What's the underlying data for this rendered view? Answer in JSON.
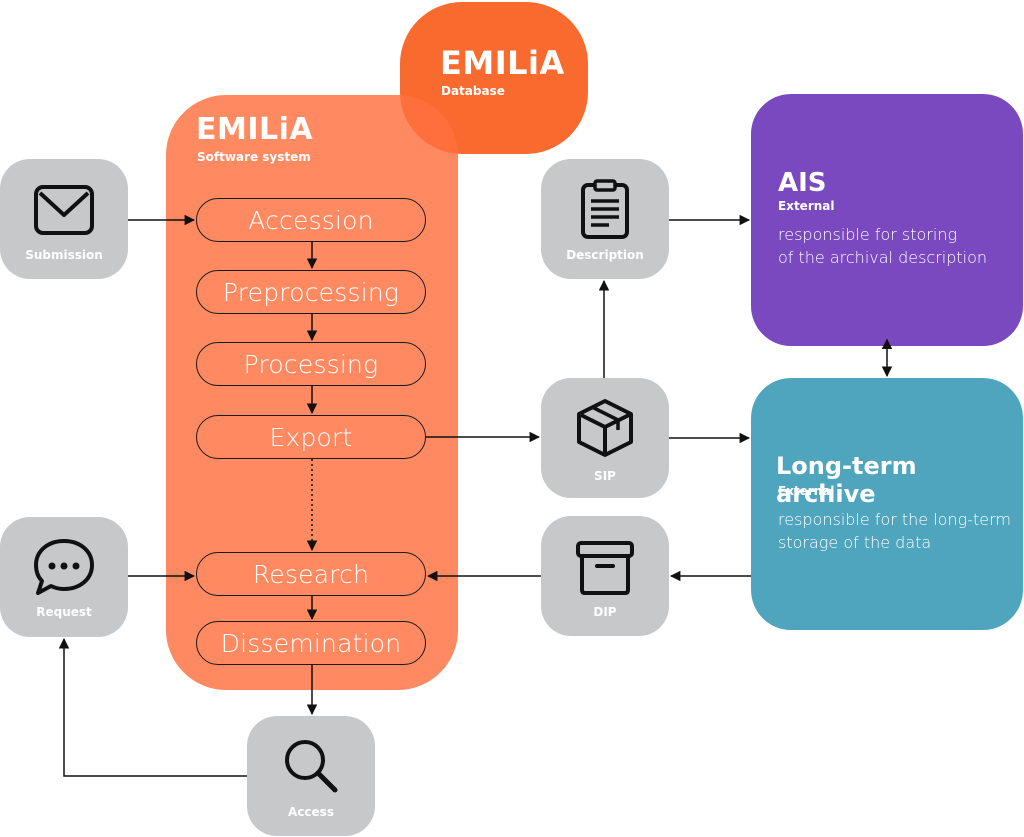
{
  "database": {
    "title": "EMILiA",
    "subtitle": "Database"
  },
  "software": {
    "title": "EMILiA",
    "subtitle": "Software system"
  },
  "steps": [
    "Accession",
    "Preprocessing",
    "Processing",
    "Export",
    "Research",
    "Dissemination"
  ],
  "tiles": {
    "submission": "Submission",
    "request": "Request",
    "access": "Access",
    "description": "Description",
    "sip": "SIP",
    "dip": "DIP"
  },
  "ais": {
    "title": "AIS",
    "tag": "External",
    "desc_line1": "responsible for storing",
    "desc_line2": "of the archival description"
  },
  "archive": {
    "title": "Long-term archive",
    "tag": "External",
    "desc_line1": "responsible for the long-term",
    "desc_line2": "storage of the data"
  },
  "colors": {
    "database": "#f86a2e",
    "software": "#ff703e",
    "ais": "#7a49c0",
    "archive": "#50a5be",
    "tile": "#c7c8c9"
  },
  "icons": {
    "submission": "envelope-icon",
    "request": "chat-bubble-icon",
    "access": "magnifier-icon",
    "description": "clipboard-icon",
    "sip": "package-icon",
    "dip": "archive-box-icon"
  }
}
